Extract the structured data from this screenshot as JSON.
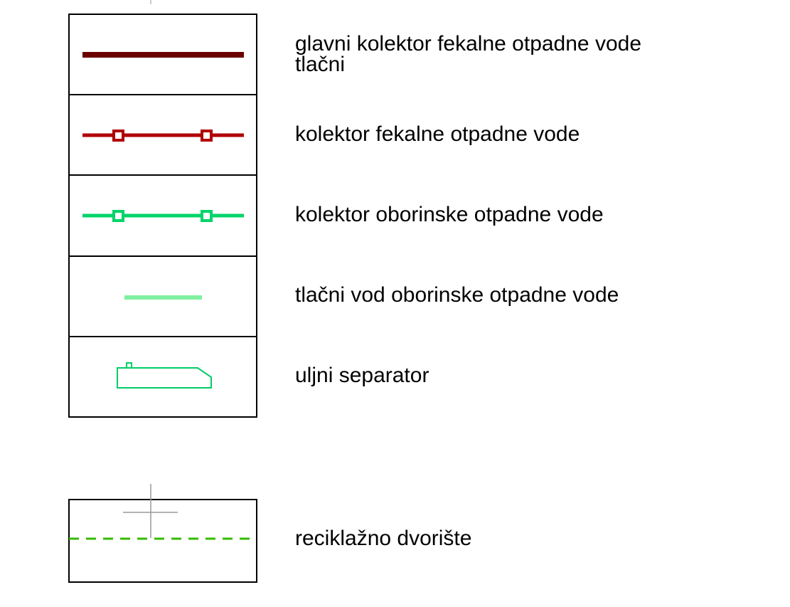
{
  "legend": {
    "items": [
      {
        "label": "glavni kolektor fekalne otpadne vode\ntlačni",
        "symbol": "thick-line",
        "color": "#6b0000"
      },
      {
        "label": "kolektor fekalne otpadne vode",
        "symbol": "line-with-manholes",
        "color": "#b00000"
      },
      {
        "label": "kolektor oborinske otpadne vode",
        "symbol": "line-with-manholes",
        "color": "#00d46a"
      },
      {
        "label": "tlačni vod oborinske otpadne vode",
        "symbol": "short-line",
        "color": "#80f0a0"
      },
      {
        "label": "uljni separator",
        "symbol": "separator-outline",
        "color": "#00cc66"
      }
    ],
    "separate_item": {
      "label": "reciklažno dvorište",
      "symbol": "dashed-line-with-cross",
      "line_color": "#33bb00",
      "cross_color": "#999999"
    }
  }
}
